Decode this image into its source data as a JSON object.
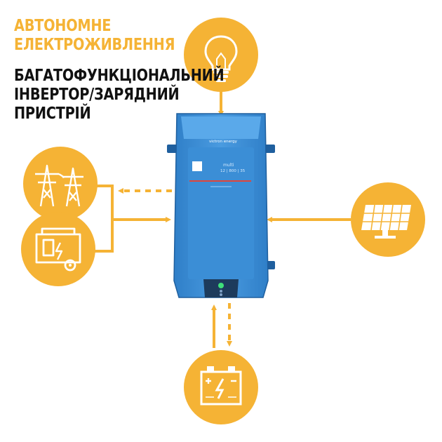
{
  "heading": {
    "line1": "АВТОНОМНЕ",
    "line2": "ЕЛЕКТРОЖИВЛЕННЯ",
    "line3": "БАГАТОФУНКЦІОНАЛЬНИЙ",
    "line4": "ІНВЕРТОР/ЗАРЯДНИЙ",
    "line5": "ПРИСТРІЙ"
  },
  "device": {
    "brand": "victron energy",
    "model": "multi",
    "rating": "12 | 800 | 35"
  },
  "icons": [
    "light-bulb-icon",
    "power-line-tower-icon",
    "generator-icon",
    "solar-panel-icon",
    "battery-icon"
  ],
  "colors": {
    "accent": "#f5b335",
    "device_blue": "#3d8fd4",
    "device_dark": "#1f5f9e"
  }
}
